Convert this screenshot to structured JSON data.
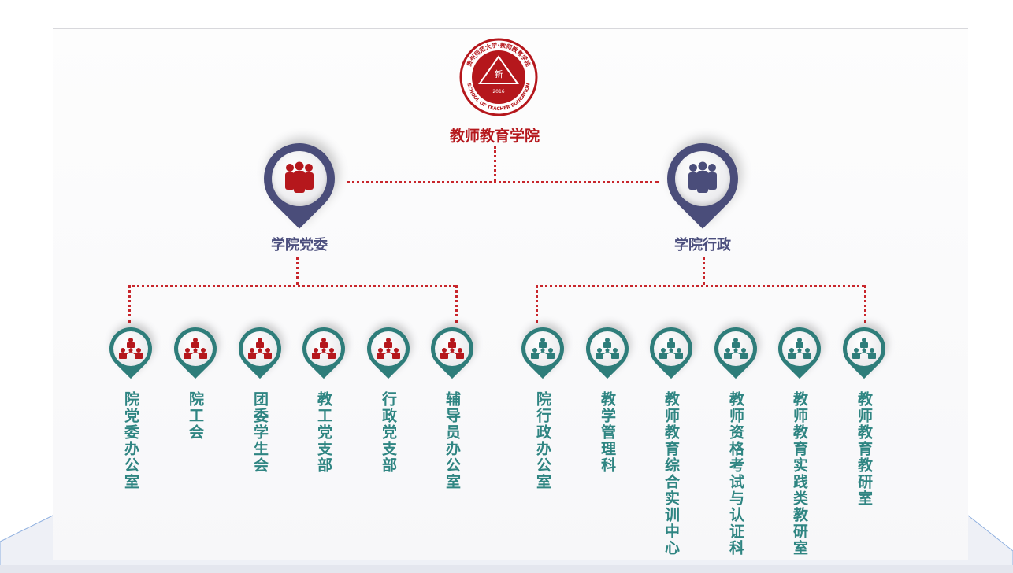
{
  "logo": {
    "ring_text_cn": "贵州师范大学·教师教育学院",
    "ring_text_en": "SCHOOL OF TEACHER EDUCATION",
    "year": "2016"
  },
  "root": {
    "title": "教师教育学院"
  },
  "branches": [
    {
      "label": "学院党委",
      "icon": "group-people-icon",
      "color": "#b5171c",
      "ring_color": "#4a4d7a",
      "children": [
        "院党委办公室",
        "院工会",
        "团委学生会",
        "教工党支部",
        "行政党支部",
        "辅导员办公室"
      ]
    },
    {
      "label": "学院行政",
      "icon": "group-people-icon",
      "color": "#4a4d7a",
      "ring_color": "#4a4d7a",
      "children": [
        "院行政办公室",
        "教学管理科",
        "教师教育综合实训中心",
        "教师资格考试与认证科",
        "教师教育实践类教研室",
        "教师教育教研室"
      ]
    }
  ],
  "colors": {
    "red": "#b5171c",
    "navy": "#4c4f7e",
    "teal": "#2e7d7a",
    "teal_text": "#2f8582",
    "connector": "#c8262c"
  }
}
